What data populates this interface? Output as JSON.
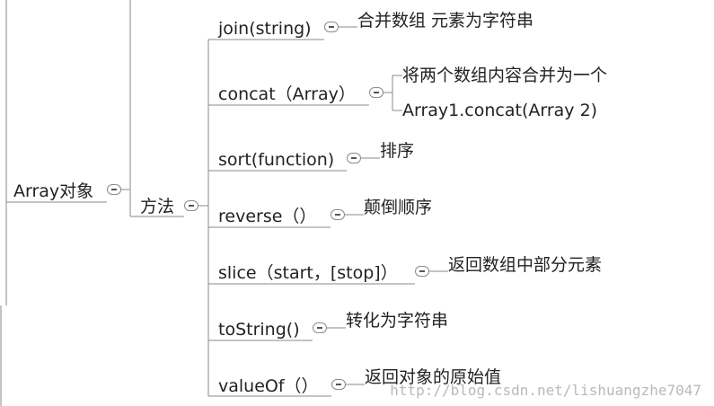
{
  "diagram": {
    "root": {
      "label": "Array对象"
    },
    "branch": {
      "label": "方法"
    },
    "methods": [
      {
        "name": "join(string)",
        "descriptions": [
          "合并数组 元素为字符串"
        ]
      },
      {
        "name": "concat（Array）",
        "descriptions": [
          "将两个数组内容合并为一个",
          "Array1.concat(Array 2)"
        ]
      },
      {
        "name": "sort(function)",
        "descriptions": [
          "排序"
        ]
      },
      {
        "name": "reverse（）",
        "descriptions": [
          "颠倒顺序"
        ]
      },
      {
        "name": "slice（start，[stop]）",
        "descriptions": [
          "返回数组中部分元素"
        ]
      },
      {
        "name": "toString()",
        "descriptions": [
          "转化为字符串"
        ]
      },
      {
        "name": "valueOf（）",
        "descriptions": [
          "返回对象的原始值"
        ]
      }
    ]
  },
  "watermark": "http://blog.csdn.net/lishuangzhe7047",
  "colors": {
    "line": "#8a8a8a",
    "text": "#222222",
    "watermark": "#b9b9b9"
  }
}
